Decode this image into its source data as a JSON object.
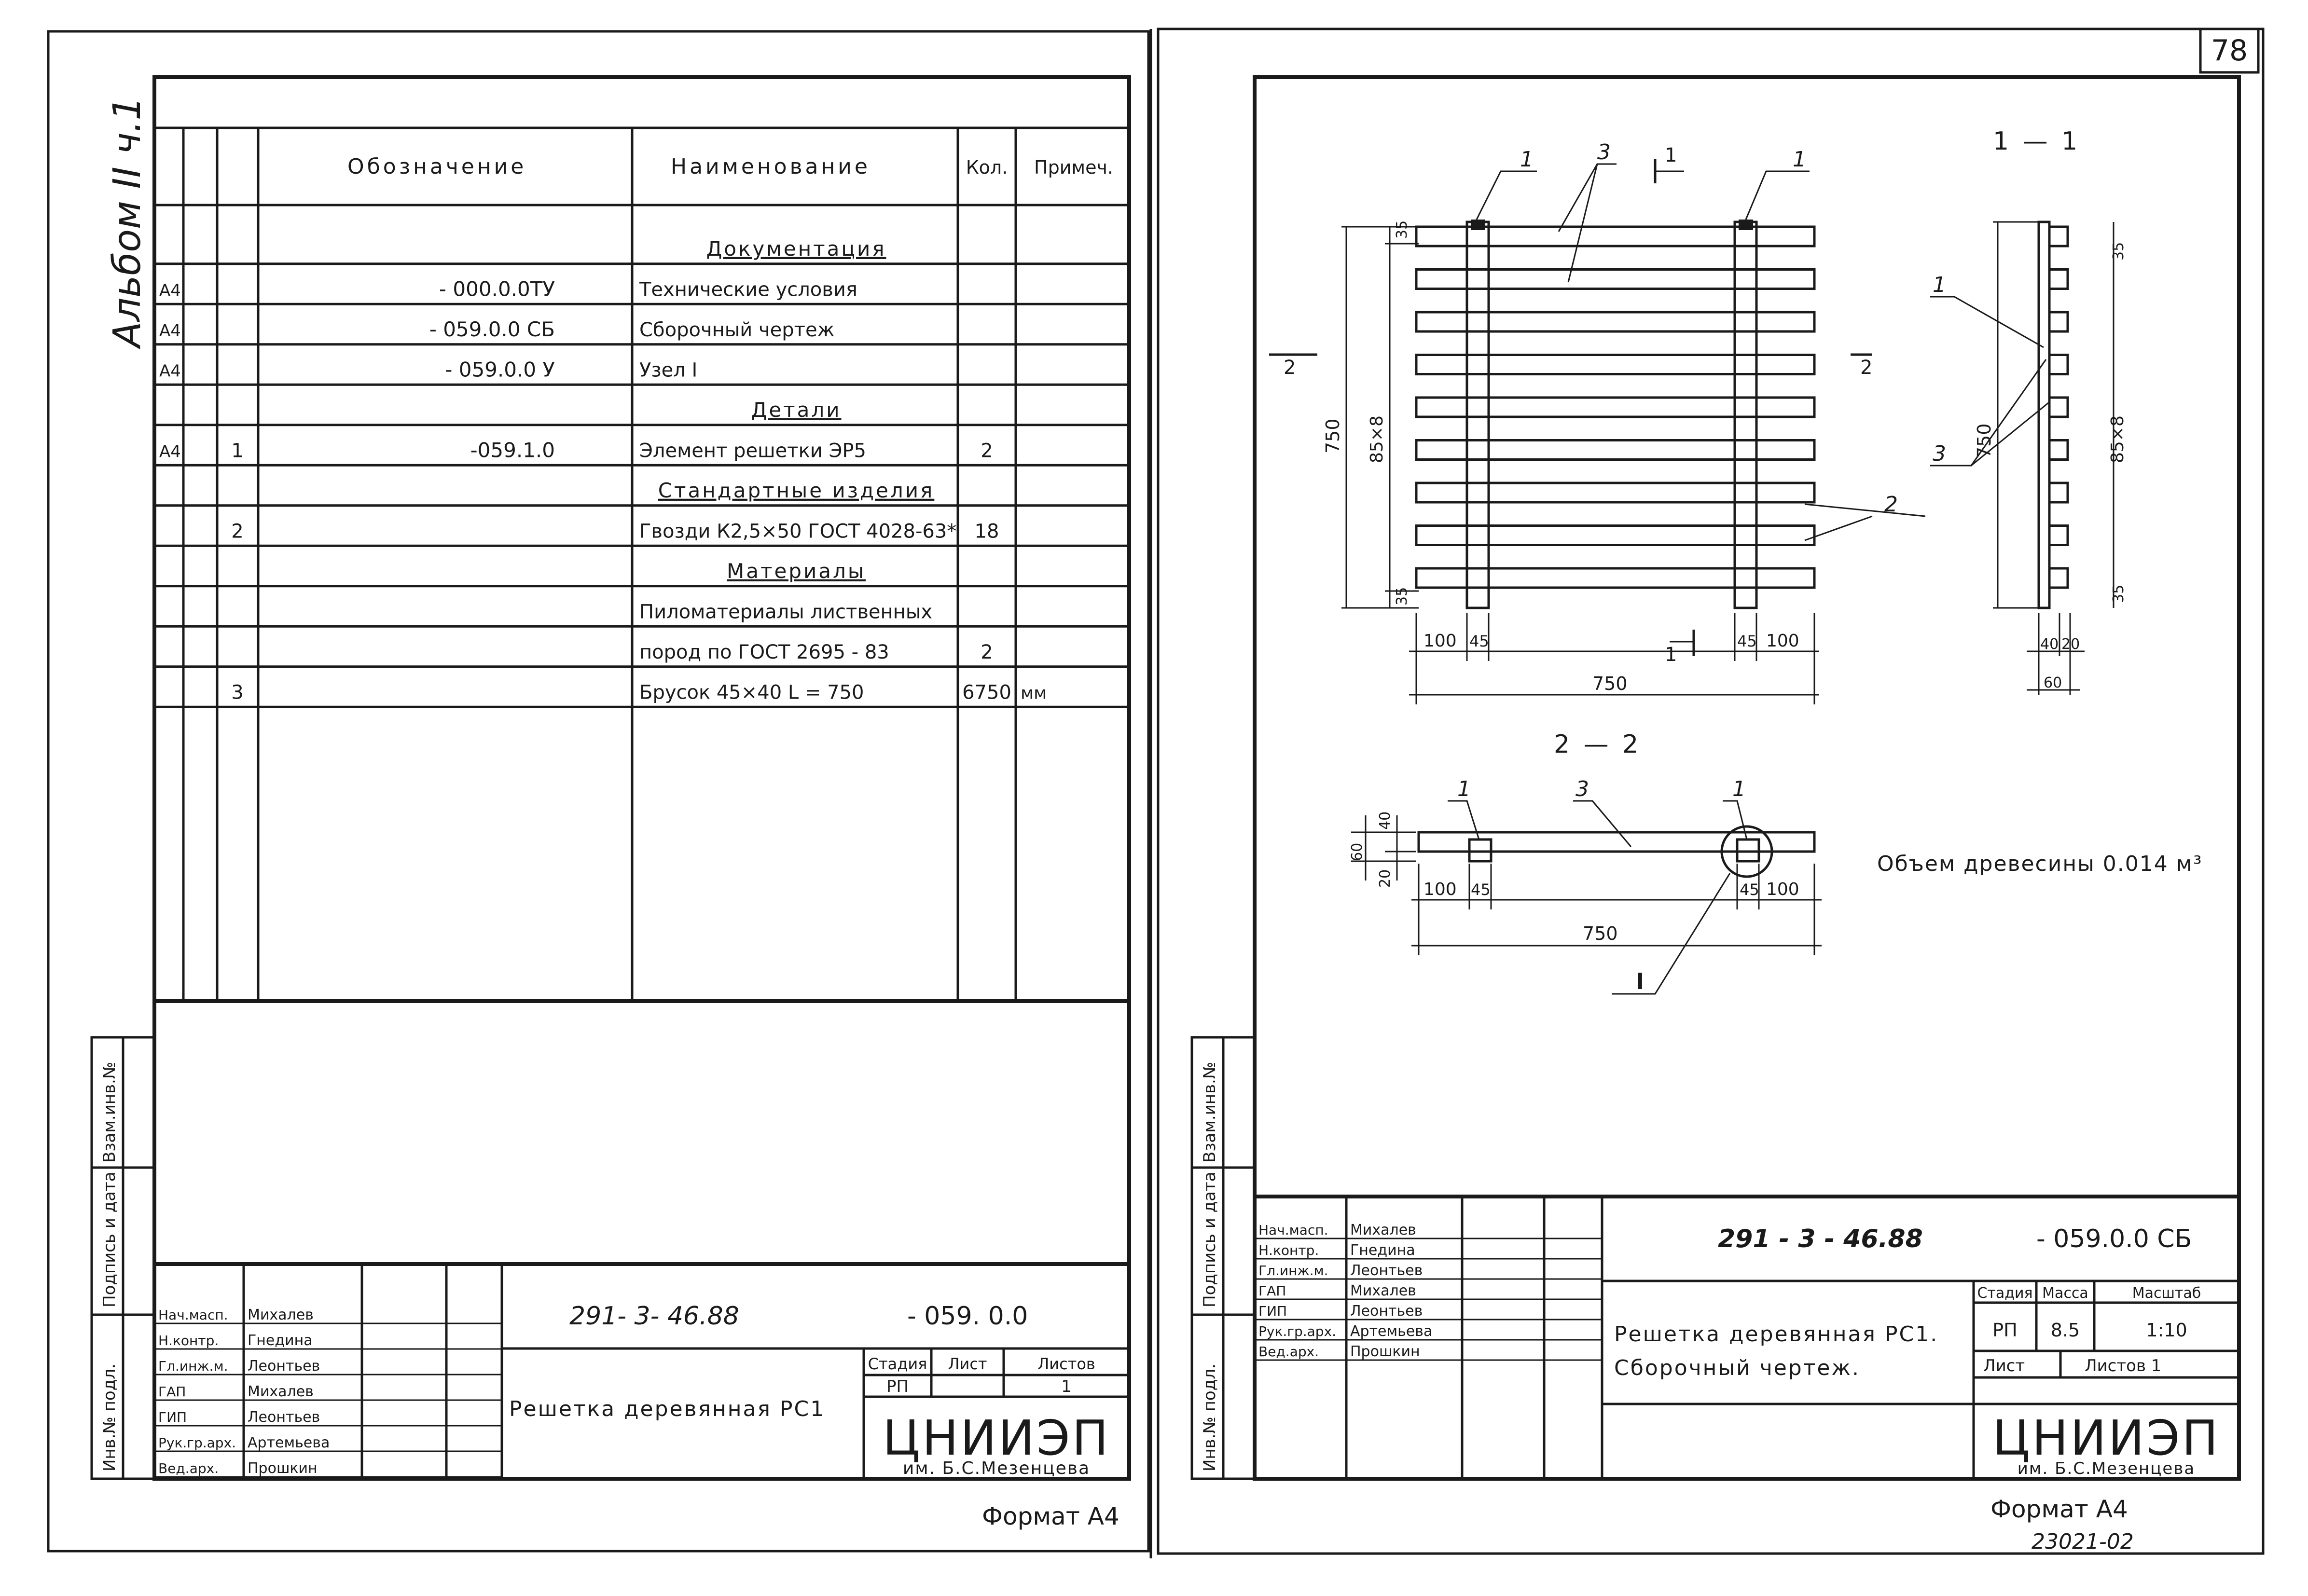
{
  "page_number": "78",
  "album_label": "Альбом II ч.1",
  "left_sheet": {
    "spec_headers": [
      "Обозначение",
      "Наименование",
      "Кол.",
      "Примеч."
    ],
    "rows": [
      {
        "format": "",
        "pos": "",
        "designation": "",
        "name": "Документация",
        "qty": "",
        "note": "",
        "section": true
      },
      {
        "format": "А4",
        "pos": "",
        "designation": "- 000.0.0ТУ",
        "name": "Технические условия",
        "qty": "",
        "note": "",
        "section": false
      },
      {
        "format": "А4",
        "pos": "",
        "designation": "- 059.0.0 СБ",
        "name": "Сборочный чертеж",
        "qty": "",
        "note": "",
        "section": false
      },
      {
        "format": "А4",
        "pos": "",
        "designation": "- 059.0.0 У",
        "name": "Узел I",
        "qty": "",
        "note": "",
        "section": false
      },
      {
        "format": "",
        "pos": "",
        "designation": "",
        "name": "Детали",
        "qty": "",
        "note": "",
        "section": true
      },
      {
        "format": "А4",
        "pos": "1",
        "designation": "-059.1.0",
        "name": "Элемент решетки ЭР5",
        "qty": "2",
        "note": "",
        "section": false
      },
      {
        "format": "",
        "pos": "",
        "designation": "",
        "name": "Стандартные изделия",
        "qty": "",
        "note": "",
        "section": true
      },
      {
        "format": "",
        "pos": "2",
        "designation": "",
        "name": "Гвозди К2,5×50 ГОСТ 4028-63*",
        "qty": "18",
        "note": "",
        "section": false
      },
      {
        "format": "",
        "pos": "",
        "designation": "",
        "name": "Материалы",
        "qty": "",
        "note": "",
        "section": true
      },
      {
        "format": "",
        "pos": "",
        "designation": "",
        "name": "Пиломатериалы лиственных",
        "qty": "",
        "note": "",
        "section": false
      },
      {
        "format": "",
        "pos": "",
        "designation": "",
        "name": "пород по ГОСТ 2695 - 83",
        "qty": "2",
        "note": "",
        "section": false
      },
      {
        "format": "",
        "pos": "3",
        "designation": "",
        "name": "Брусок 45×40   L = 750",
        "qty": "6750",
        "note": "мм",
        "section": false
      }
    ],
    "title_block": {
      "doc_code": "291- 3- 46.88",
      "doc_number": "- 059. 0.0",
      "title": "Решетка деревянная РС1",
      "stage_label": "Стадия",
      "sheet_label": "Лист",
      "sheets_label": "Листов",
      "stage": "РП",
      "sheet": "",
      "sheets": "1",
      "org": "ЦНИИЭП",
      "org_sub": "им. Б.С.Мезенцева",
      "format": "Формат А4"
    },
    "side_labels": [
      "Инв.№ подл.",
      "Подпись и дата",
      "Взам.инв.№"
    ]
  },
  "signatures": [
    {
      "role": "Нач.масп.",
      "name": "Михалев"
    },
    {
      "role": "Н.контр.",
      "name": "Гнедина"
    },
    {
      "role": "Гл.инж.м.",
      "name": "Леонтьев"
    },
    {
      "role": "ГАП",
      "name": "Михалев"
    },
    {
      "role": "ГИП",
      "name": "Леонтьев"
    },
    {
      "role": "Рук.гр.арх.",
      "name": "Артемьева"
    },
    {
      "role": "Вед.арх.",
      "name": "Прошкин"
    }
  ],
  "right_sheet": {
    "views": {
      "front_label": "1 — 1",
      "section_label": "2 — 2",
      "cut_marks": [
        "1",
        "1",
        "2",
        "2"
      ],
      "callouts": [
        "1",
        "3",
        "1",
        "2",
        "1",
        "3",
        "1",
        "3",
        "1",
        "I"
      ],
      "dims_front": [
        "35",
        "750",
        "85×8",
        "35",
        "100",
        "45",
        "45",
        "100",
        "750"
      ],
      "dims_side": [
        "35",
        "750",
        "85×8",
        "35",
        "40",
        "20",
        "60"
      ],
      "dims_section": [
        "40",
        "60",
        "20",
        "100",
        "45",
        "45",
        "100",
        "750"
      ]
    },
    "volume_note": "Объем древесины  0.014 м³",
    "title_block": {
      "doc_code": "291 - 3 - 46.88",
      "doc_number": "- 059.0.0 СБ",
      "title_line1": "Решетка деревянная РС1.",
      "title_line2": "Сборочный чертеж.",
      "stage_label": "Стадия",
      "mass_label": "Масса",
      "scale_label": "Масштаб",
      "stage": "РП",
      "mass": "8.5",
      "scale": "1:10",
      "sheet_label": "Лист",
      "sheets_label": "Листов 1",
      "org": "ЦНИИЭП",
      "org_sub": "им. Б.С.Мезенцева",
      "format": "Формат А4"
    },
    "side_labels": [
      "Инв.№ подл.",
      "Подпись и дата",
      "Взам.инв.№"
    ],
    "stamp": "23021-02"
  }
}
